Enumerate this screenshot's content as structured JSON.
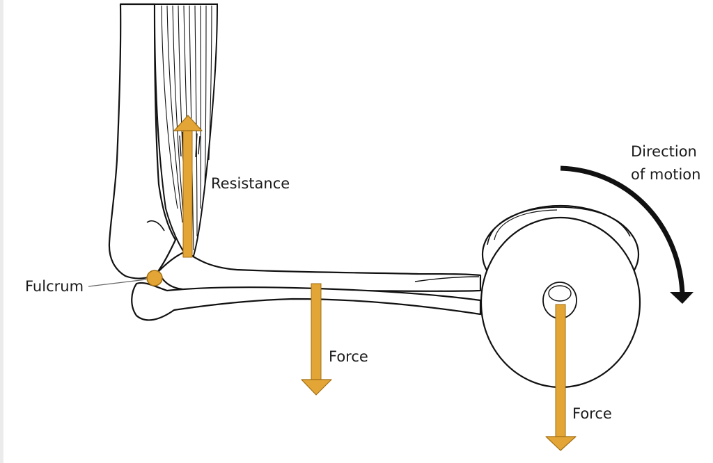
{
  "labels": {
    "resistance": "Resistance",
    "fulcrum": "Fulcrum",
    "force_forearm": "Force",
    "force_weight": "Force",
    "direction_line1": "Direction",
    "direction_line2": "of motion"
  },
  "colors": {
    "arrow": "#e3a535",
    "arrow_stroke": "#a06d10",
    "fulcrum": "#e3a535",
    "line": "#111111",
    "panel": "#ffffff",
    "background": "#ebebeb"
  }
}
